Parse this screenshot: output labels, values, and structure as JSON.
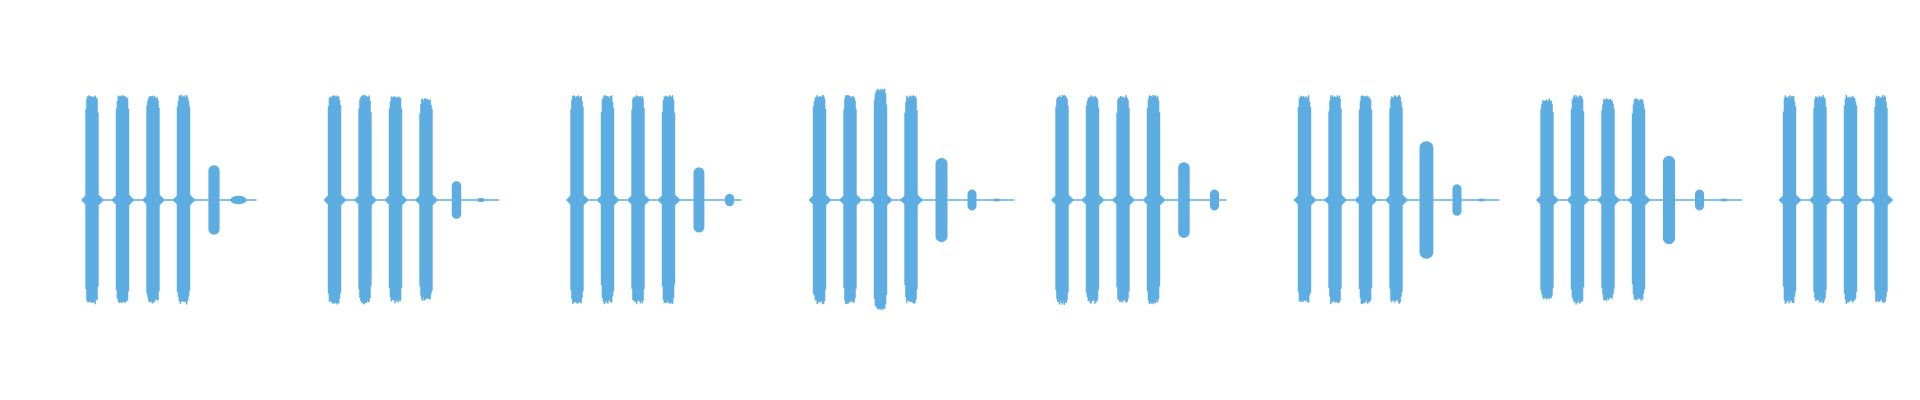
{
  "waveform": {
    "color": "#5DADE2",
    "burst_groups": [
      {
        "pulse_levels": [
          1.0,
          1.0,
          1.0,
          1.0,
          0.33,
          0.04
        ]
      },
      {
        "pulse_levels": [
          1.0,
          1.0,
          1.0,
          0.97,
          0.18,
          0.02
        ]
      },
      {
        "pulse_levels": [
          1.0,
          1.0,
          1.0,
          1.0,
          0.31,
          0.06
        ]
      },
      {
        "pulse_levels": [
          1.0,
          1.0,
          1.06,
          1.0,
          0.4,
          0.1,
          0.01
        ]
      },
      {
        "pulse_levels": [
          1.0,
          1.0,
          1.0,
          1.0,
          0.36,
          0.1
        ]
      },
      {
        "pulse_levels": [
          1.0,
          1.0,
          1.0,
          1.0,
          0.56,
          0.15,
          0.01
        ]
      },
      {
        "pulse_levels": [
          0.97,
          1.0,
          0.97,
          0.97,
          0.42,
          0.1,
          0.01
        ]
      },
      {
        "pulse_levels": [
          1.0,
          1.0,
          1.0,
          1.0
        ]
      }
    ]
  }
}
